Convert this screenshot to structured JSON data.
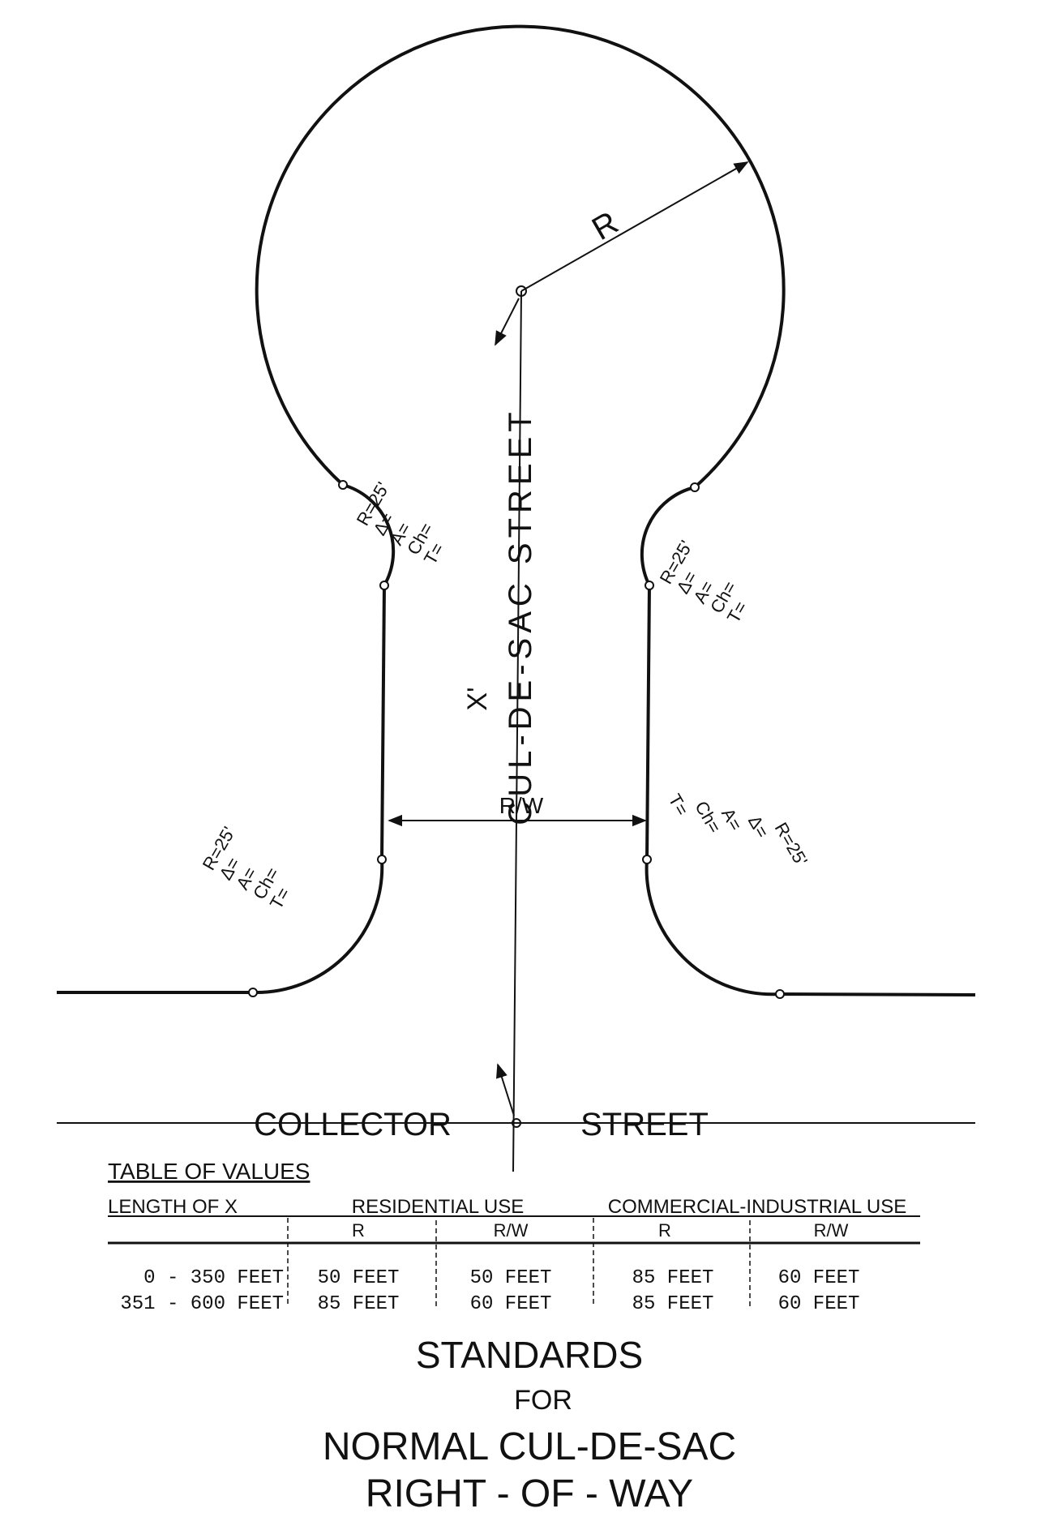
{
  "drawing": {
    "radius_label": "R",
    "street_label": "CUL-DE-SAC STREET",
    "x_label": "X'",
    "rw_label": "R/W",
    "collector_left": "COLLECTOR",
    "collector_right": "STREET",
    "curve_upper_left": [
      "R=25'",
      "Δ=",
      "A=",
      "Ch=",
      "T="
    ],
    "curve_upper_right": [
      "R=25'",
      "Δ=",
      "A=",
      "Ch=",
      "T="
    ],
    "curve_lower_left": [
      "R=25'",
      "Δ=",
      "A=",
      "Ch=",
      "T="
    ],
    "curve_lower_right": [
      "R=25'",
      "Δ=",
      "A=",
      "Ch=",
      "T="
    ]
  },
  "table": {
    "title": "TABLE OF VALUES",
    "headers": {
      "length": "LENGTH OF X",
      "residential": "RESIDENTIAL USE",
      "commercial": "COMMERCIAL-INDUSTRIAL USE",
      "res_r": "R",
      "res_rw": "R/W",
      "com_r": "R",
      "com_rw": "R/W"
    },
    "rows": [
      {
        "length": "0 - 350 FEET",
        "res_r": "50 FEET",
        "res_rw": "50 FEET",
        "com_r": "85 FEET",
        "com_rw": "60 FEET"
      },
      {
        "length": "351 - 600 FEET",
        "res_r": "85 FEET",
        "res_rw": "60 FEET",
        "com_r": "85 FEET",
        "com_rw": "60 FEET"
      }
    ]
  },
  "title": {
    "line1": "STANDARDS",
    "line2": "FOR",
    "line3": "NORMAL CUL-DE-SAC",
    "line4": "RIGHT - OF - WAY"
  }
}
